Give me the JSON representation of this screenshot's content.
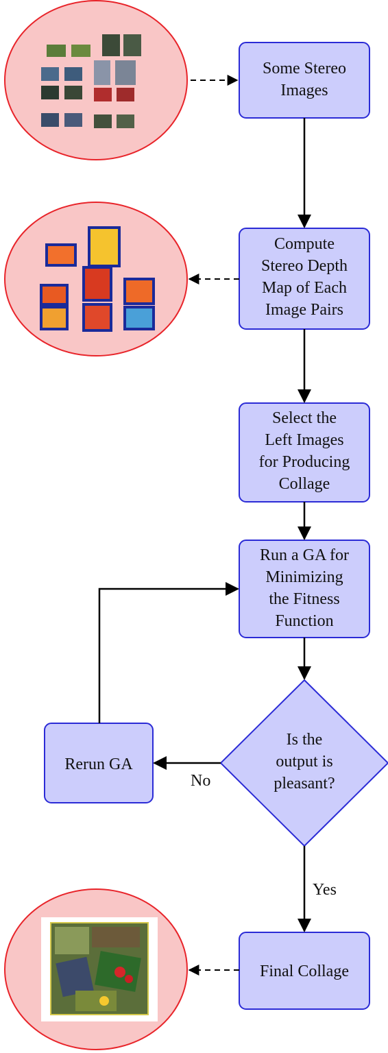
{
  "colors": {
    "box_fill": "#cccdfc",
    "box_stroke": "#2b2bd6",
    "circle_fill": "#f9c6c6",
    "circle_stroke": "#e8242a",
    "arrow": "#000000"
  },
  "nodes": {
    "stereo_images": [
      "Some Stereo",
      "Images"
    ],
    "compute_depth": [
      "Compute",
      "Stereo Depth",
      "Map of Each",
      "Image Pairs"
    ],
    "select_left": [
      "Select the",
      "Left Images",
      "for Producing",
      "Collage"
    ],
    "run_ga": [
      "Run a GA for",
      "Minimizing",
      "the Fitness",
      "Function"
    ],
    "decision": [
      "Is the",
      "output is",
      "pleasant?"
    ],
    "rerun_ga": [
      "Rerun GA"
    ],
    "final_collage": [
      "Final Collage"
    ]
  },
  "edge_labels": {
    "no": "No",
    "yes": "Yes"
  },
  "thumbnails": {
    "stereo_images": "stereo-image-pairs-thumbnail",
    "depth_maps": "depth-map-thumbnail",
    "collage": "final-collage-thumbnail"
  }
}
